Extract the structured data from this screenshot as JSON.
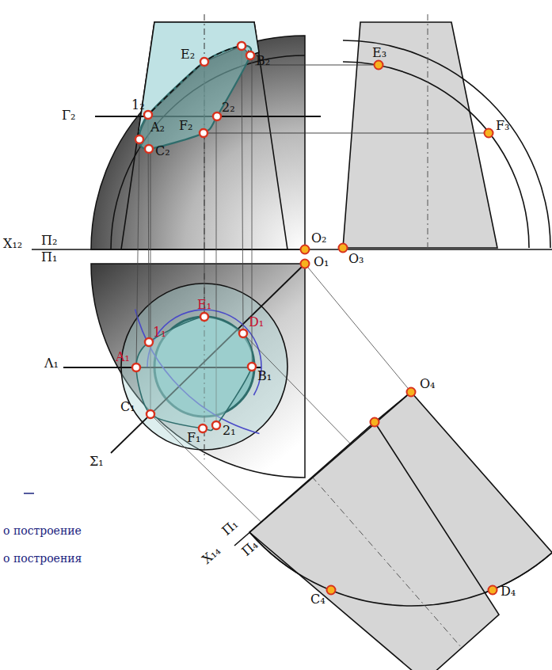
{
  "diagram": {
    "labels": [
      "E₂",
      "B₂",
      "1₂",
      "Γ₂",
      "A₂",
      "F₂",
      "2₂",
      "C₂",
      "X₁₂",
      "Π₂",
      "Π₁",
      "O₂",
      "O₃",
      "E₃",
      "F₃",
      "O₁",
      "E₁",
      "D₁",
      "1₁",
      "A₁",
      "Λ₁",
      "B₁",
      "C₁",
      "Σ₁",
      "F₁",
      "2₁",
      "O₄",
      "X₁₄",
      "Π₁",
      "Π₄",
      "C₄",
      "D₄",
      "о построение",
      "о построения"
    ]
  }
}
